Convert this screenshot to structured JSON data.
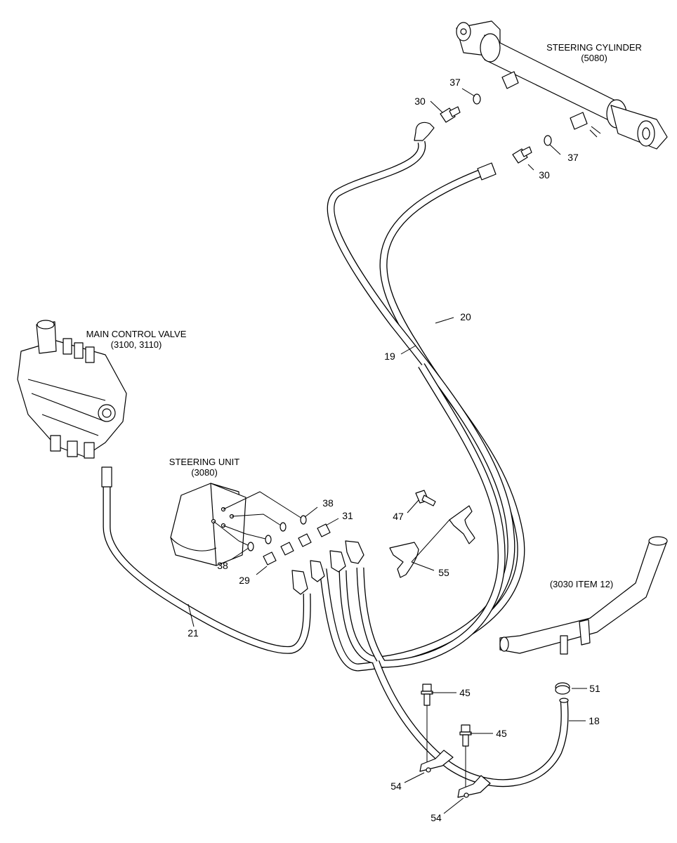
{
  "components": {
    "steering_cylinder": {
      "name": "STEERING CYLINDER",
      "code": "(5080)"
    },
    "main_control_valve": {
      "name": "MAIN CONTROL VALVE",
      "code": "(3100, 3110)"
    },
    "steering_unit": {
      "name": "STEERING UNIT",
      "code": "(3080)"
    },
    "pipe_ref": {
      "name": "(3030 ITEM 12)"
    }
  },
  "callouts": {
    "c37a": "37",
    "c30a": "30",
    "c37b": "37",
    "c30b": "30",
    "c20": "20",
    "c19": "19",
    "c38a": "38",
    "c31": "31",
    "c47": "47",
    "c38b": "38",
    "c29": "29",
    "c55": "55",
    "c21": "21",
    "c45a": "45",
    "c51": "51",
    "c45b": "45",
    "c18": "18",
    "c54a": "54",
    "c54b": "54"
  },
  "colors": {
    "line": "#000000",
    "background": "#ffffff"
  }
}
